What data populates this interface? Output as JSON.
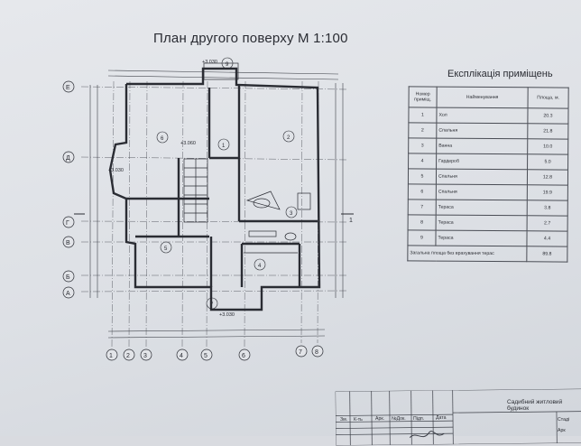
{
  "title": "План другого поверху М 1:100",
  "explication": {
    "title": "Експлікація приміщень",
    "headers": [
      "Номер примiщ.",
      "Найменування",
      "Площа, м."
    ],
    "rows": [
      [
        "1",
        "Хол",
        "20.3"
      ],
      [
        "2",
        "Спальня",
        "21.8"
      ],
      [
        "3",
        "Ванна",
        "10.0"
      ],
      [
        "4",
        "Гардероб",
        "5.0"
      ],
      [
        "5",
        "Спальня",
        "12.8"
      ],
      [
        "6",
        "Спальня",
        "19.9"
      ],
      [
        "7",
        "Тераса",
        "3.8"
      ],
      [
        "8",
        "Тераса",
        "2.7"
      ],
      [
        "9",
        "Тераса",
        "4.4"
      ]
    ],
    "total_label": "Загальна площа без врахування терас",
    "total_value": "89.8"
  },
  "plan": {
    "row_axes": [
      "Е",
      "Д",
      "Г",
      "В",
      "Б",
      "А"
    ],
    "col_axes": [
      "1",
      "2",
      "3",
      "4",
      "5",
      "6",
      "7",
      "8"
    ],
    "room_numbers": [
      "1",
      "2",
      "3",
      "4",
      "5",
      "6",
      "7",
      "9"
    ],
    "level_marks": [
      "+3.030",
      "+3.060",
      "+3.030",
      "+3.030"
    ],
    "section_mark": "1"
  },
  "stamp": {
    "labels": [
      "Зм.",
      "К-ть",
      "Арк.",
      "№Док.",
      "Підп.",
      "Дата"
    ],
    "project": "Садибний житловий будинок",
    "side": [
      "Стаді",
      "Арк"
    ]
  }
}
